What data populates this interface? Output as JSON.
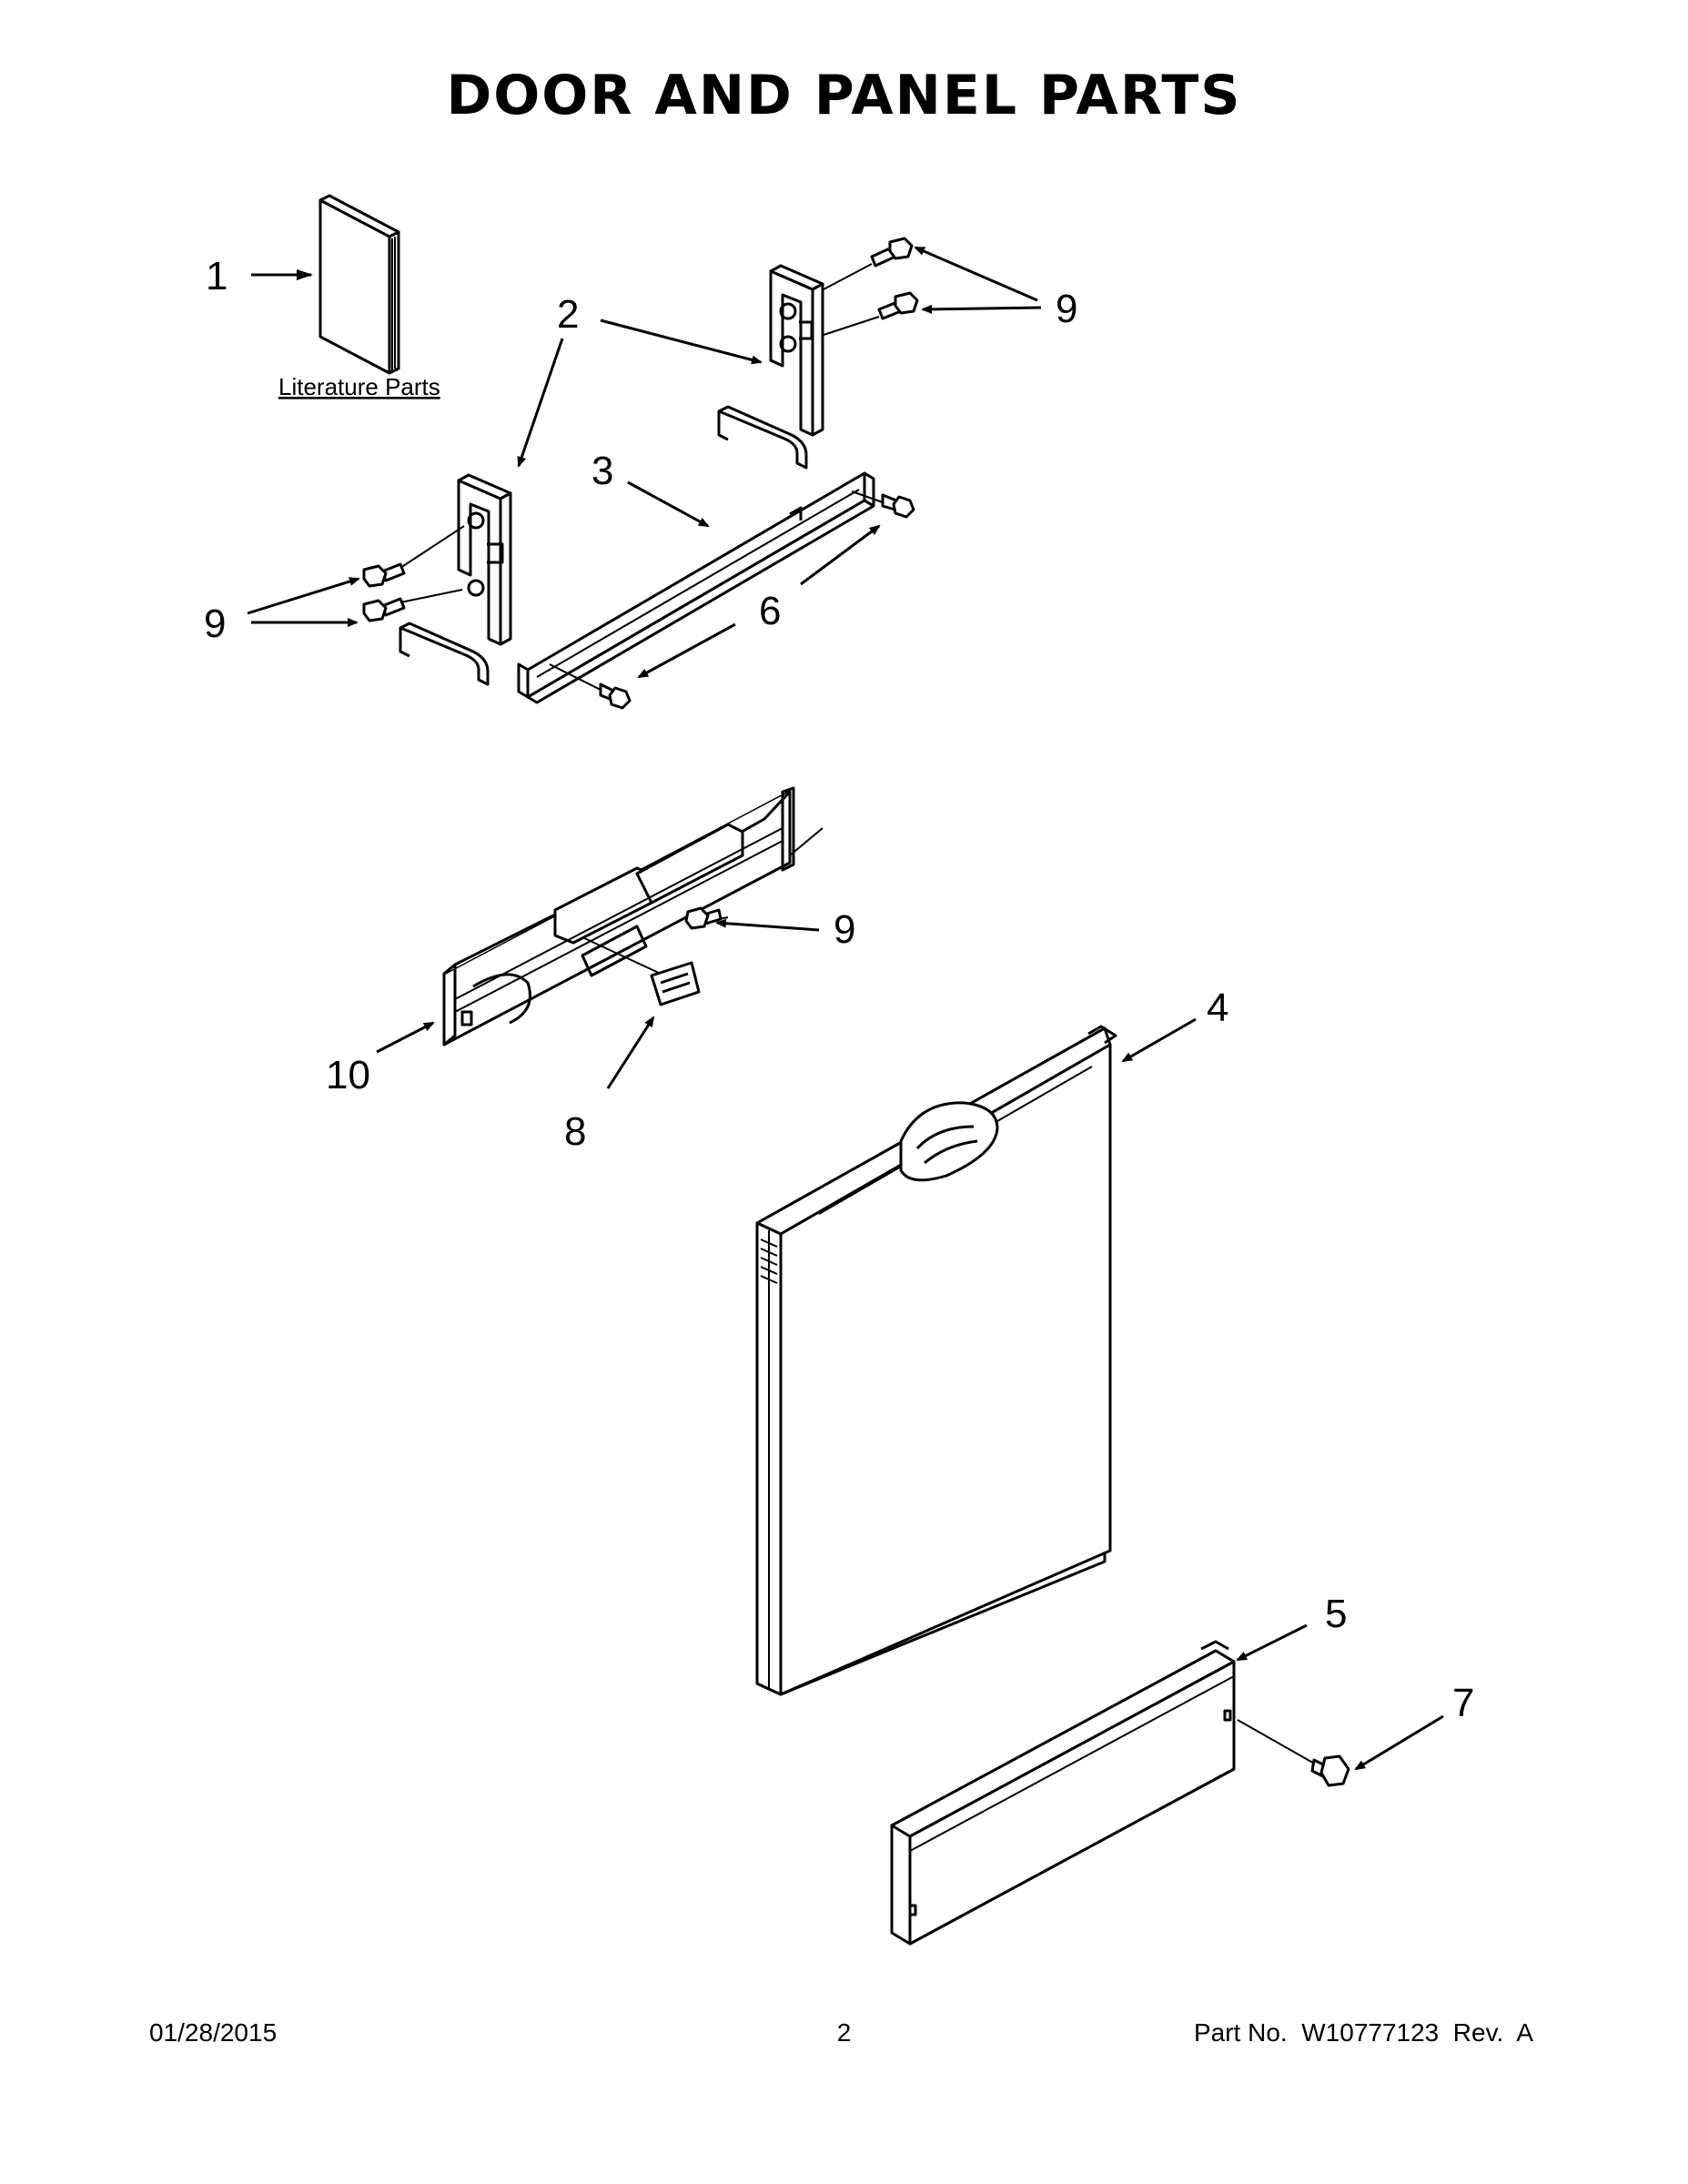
{
  "title": "DOOR AND PANEL PARTS",
  "literature_label": "Literature Parts",
  "callouts": {
    "c1": "1",
    "c2": "2",
    "c3": "3",
    "c4": "4",
    "c5": "5",
    "c6": "6",
    "c7": "7",
    "c8": "8",
    "c9": "9",
    "c10": "10"
  },
  "footer": {
    "date": "01/28/2015",
    "page": "2",
    "part": "Part No.  W10777123  Rev.  A"
  }
}
